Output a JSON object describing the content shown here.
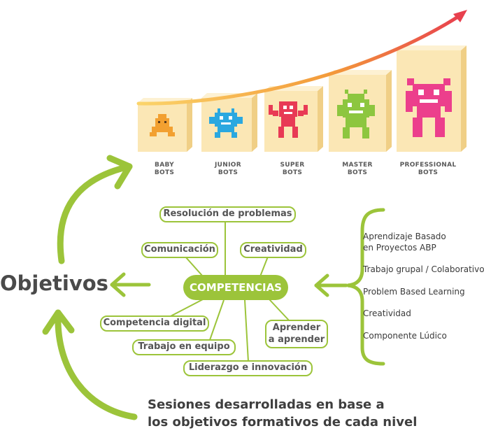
{
  "levels": [
    {
      "line1": "BABY",
      "line2": "BOTS",
      "color": "#f2a030"
    },
    {
      "line1": "JUNIOR",
      "line2": "BOTS",
      "color": "#2aa8e0"
    },
    {
      "line1": "SUPER",
      "line2": "BOTS",
      "color": "#e83a55"
    },
    {
      "line1": "MASTER",
      "line2": "BOTS",
      "color": "#8dc63f"
    },
    {
      "line1": "PROFESSIONAL",
      "line2": "BOTS",
      "color": "#ec3f8c"
    }
  ],
  "competencias": {
    "center": "COMPETENCIAS",
    "nodes": {
      "resolucion": "Resolución de problemas",
      "comunicacion": "Comunicación",
      "creatividad": "Creatividad",
      "digital": "Competencia digital",
      "equipo": "Trabajo en equipo",
      "liderazgo": "Liderazgo e innovación",
      "aprender_1": "Aprender",
      "aprender_2": "a aprender"
    }
  },
  "methods": {
    "abp_1": "Aprendizaje Basado",
    "abp_2": "en Proyectos ABP",
    "grupal": "Trabajo grupal / Colaborativo",
    "pbl": "Problem Based Learning",
    "creatividad": "Creatividad",
    "ludico": "Componente Lúdico"
  },
  "objetivos": "Objetivos",
  "sesiones": {
    "line1": "Sesiones desarrolladas en base a",
    "line2": "los objetivos formativos de cada nivel"
  },
  "colors": {
    "green": "#9cc43a",
    "box_front": "#fbe7b5",
    "box_side": "#f0cf86",
    "arrow_start": "#f7b733",
    "arrow_end": "#e8404e"
  }
}
